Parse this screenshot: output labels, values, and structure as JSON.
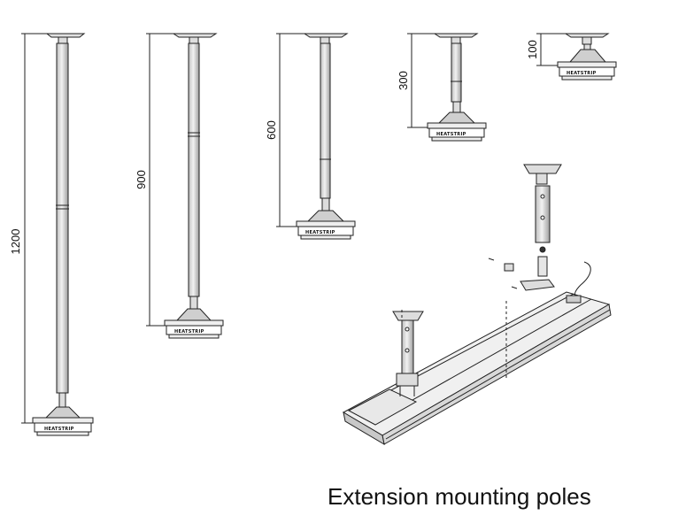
{
  "caption": "Extension mounting poles",
  "brand_label": "HEATSTRIP",
  "poles": [
    {
      "length_label": "1200"
    },
    {
      "length_label": "900"
    },
    {
      "length_label": "600"
    },
    {
      "length_label": "300"
    },
    {
      "length_label": "100"
    }
  ],
  "colors": {
    "line": "#222222",
    "pole_fill": "#e6e6e6",
    "base_fill": "#d9d9d9"
  }
}
